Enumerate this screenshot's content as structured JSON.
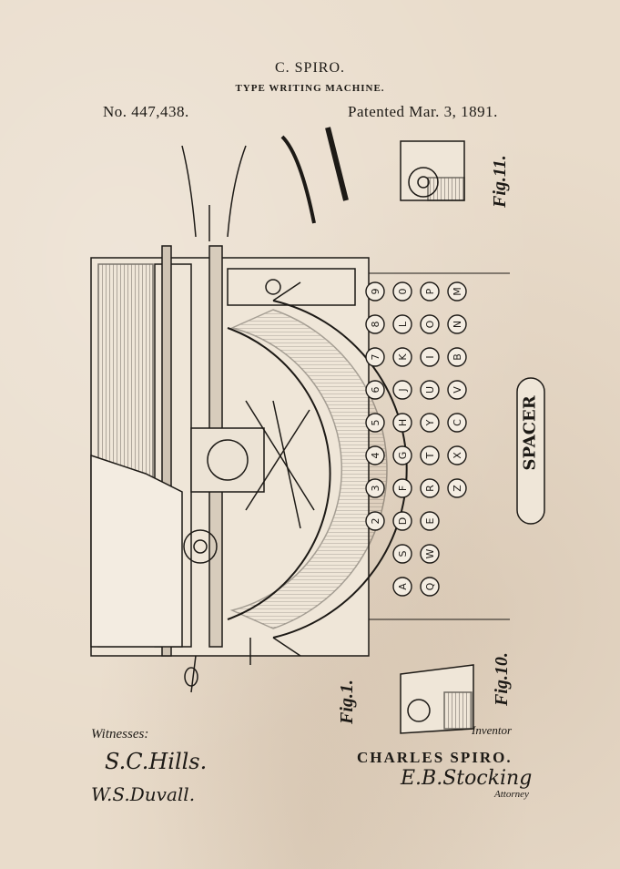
{
  "header": {
    "inventor_short": "C. SPIRO.",
    "title": "TYPE WRITING MACHINE.",
    "patent_number": "No. 447,438.",
    "patent_date": "Patented Mar. 3, 1891."
  },
  "figures": {
    "fig1": "Fig.1.",
    "fig10": "Fig.10.",
    "fig11": "Fig.11."
  },
  "spacer_label": "SPACER",
  "key_rows": [
    [
      "9",
      "8",
      "7",
      "6",
      "5",
      "4",
      "3",
      "2"
    ],
    [
      "0",
      "L",
      "K",
      "J",
      "H",
      "G",
      "F",
      "D",
      "S",
      "A"
    ],
    [
      "P",
      "O",
      "I",
      "U",
      "Y",
      "T",
      "R",
      "E",
      "W",
      "Q"
    ],
    [
      "M",
      "N",
      "B",
      "V",
      "C",
      "X",
      "Z"
    ]
  ],
  "signatures": {
    "witnesses_label": "Witnesses:",
    "witness_1": "S.C.Hills.",
    "witness_2": "W.S.Duvall.",
    "inventor_label": "Inventor",
    "inventor_name": "CHARLES SPIRO.",
    "attorney_signature": "E.B.Stocking",
    "attorney_label": "Attorney"
  }
}
